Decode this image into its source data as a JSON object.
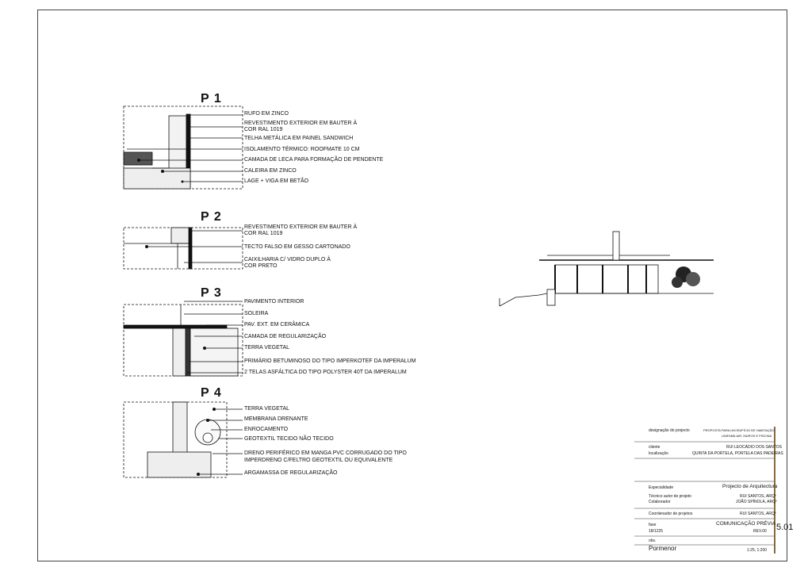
{
  "details": [
    {
      "title": "P 1",
      "labels": [
        "RUFO EM ZINCO",
        "REVESTIMENTO EXTERIOR EM BAUTER À",
        "COR RAL 1019",
        "TELHA METÁLICA EM PAINEL SANDWICH",
        "ISOLAMENTO TÉRMICO: ROOFMATE 10 CM",
        "CAMADA DE LECA PARA FORMAÇÃO DE PENDENTE",
        "CALEIRA EM ZINCO",
        "LAGE + VIGA EM BETÃO"
      ]
    },
    {
      "title": "P 2",
      "labels": [
        "REVESTIMENTO EXTERIOR EM BAUTER À",
        "COR RAL 1019",
        "TECTO FALSO EM GESSO CARTONADO",
        "CAIXILHARIA C/ VIDRO DUPLO À",
        "COR PRETO"
      ]
    },
    {
      "title": "P 3",
      "labels": [
        "PAVIMENTO INTERIOR",
        "SOLEIRA",
        "PAV. EXT. EM CERÂMICA",
        "CAMADA DE REGULARIZAÇÃO",
        "TERRA VEGETAL",
        "PRIMÁRIO BETUMINOSO DO TIPO IMPERKOTEF DA IMPERALUM",
        "2 TELAS ASFÁLTICA DO TIPO POLYSTER 40T DA IMPERALUM"
      ]
    },
    {
      "title": "P 4",
      "labels": [
        "TERRA VEGETAL",
        "MEMBRANA DRENANTE",
        "ENROCAMENTO",
        "GEOTEXTIL TECIDO NÃO TECIDO",
        "DRENO PERIFÉRICO EM MANGA PVC CORRUGADO DO TIPO",
        "IMPERDRENO C/FELTRO GEOTEXTIL OU EQUIVALENTE",
        "ARGAMASSA DE REGULARIZAÇÃO"
      ]
    }
  ],
  "title_block": {
    "designacao_label": "designação do projecto",
    "designacao_value_1": "PROPOSTA PARA UM EDIFÍCIO DE HABITAÇÃO",
    "designacao_value_2": "UNIFAMILIAR, MUROS E PISCINA",
    "cliente_label": "cliente",
    "cliente_value": "RUI LEOCÁDIO DOS SANTOS",
    "localizacao_label": "localização",
    "localizacao_value": "QUINTA DA PORTELA, PORTELA DAS PADEIRAS",
    "especialidade_label": "Especialidade",
    "especialidade_value": "Projecto de Arquitectura",
    "tecnico_label": "Técnico autor de projeto",
    "tecnico_value": "RUI SANTOS, ARQº",
    "colaborador_label": "Colaborador",
    "colaborador_value": "JOÃO SPÍNOLA, ARQº",
    "coordenador_label": "Coordenador de projetos",
    "coordenador_value": "RUI SANTOS, ARQº",
    "fase_label": "fase",
    "fase_value": "COMUNICAÇÃO PRÉVIA",
    "date": "18/1225",
    "rev": "REV.00",
    "sheet_number": "5.01",
    "obs_label": "obs.",
    "drawing_name": "Pormenor",
    "scale": "1:25, 1:200"
  }
}
